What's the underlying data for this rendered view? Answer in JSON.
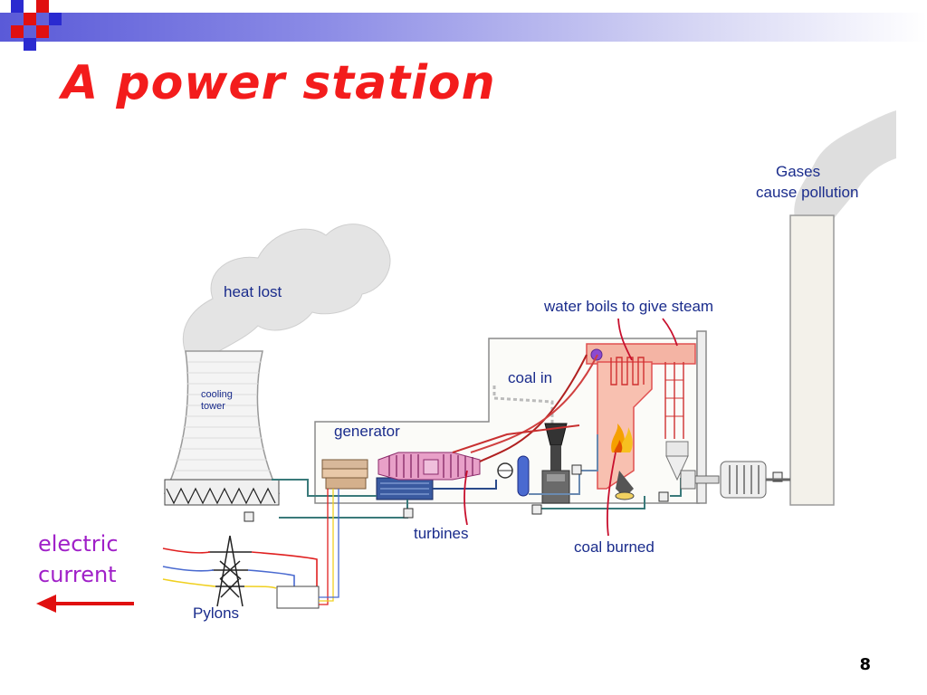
{
  "slide": {
    "title": "A power station",
    "page_number": "8"
  },
  "labels": {
    "gases": "Gases",
    "cause_pollution": "cause pollution",
    "heat_lost": "heat lost",
    "water_boils": "water boils to give steam",
    "coal_in": "coal in",
    "generator": "generator",
    "cooling": "cooling",
    "tower": "tower",
    "turbines": "turbines",
    "coal_burned": "coal burned",
    "pylons": "Pylons",
    "electric": "electric",
    "current": "current"
  },
  "colors": {
    "title": "#f31c1c",
    "label": "#1a2c8c",
    "electric_label": "#a020c8",
    "arrow": "#e01010",
    "annotation_line": "#c8102e"
  }
}
